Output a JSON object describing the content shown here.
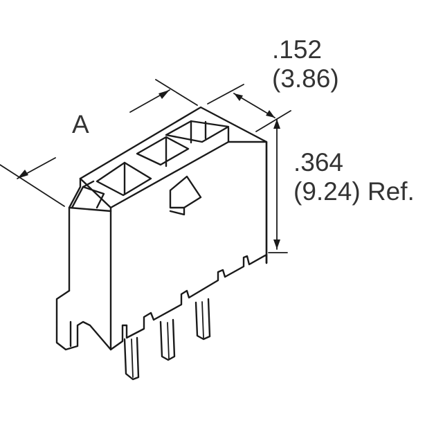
{
  "drawing": {
    "title": "3-position vertical header connector, isometric view",
    "positions": 3,
    "dimensions": {
      "length_label": "A",
      "depth": {
        "inch": ".152",
        "mm": "(3.86)"
      },
      "height": {
        "inch": ".364",
        "mm": "(9.24) Ref."
      }
    }
  }
}
